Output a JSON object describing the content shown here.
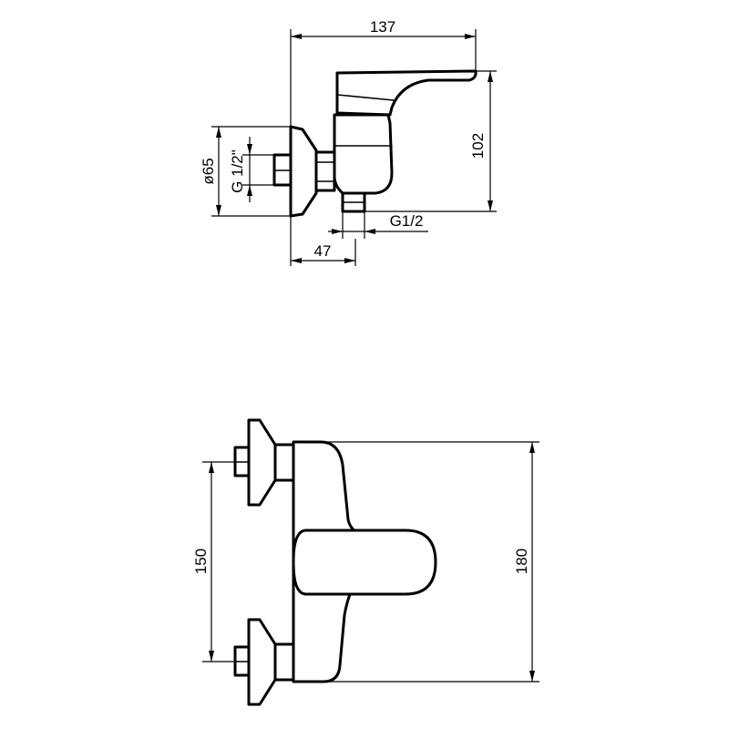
{
  "side_view": {
    "width_137": "137",
    "height_102": "102",
    "flange_diameter": "ø65",
    "inlet_thread": "G 1/2\"",
    "outlet_thread": "G1/2",
    "depth_47": "47"
  },
  "front_view": {
    "inlet_spacing": "150",
    "overall_height": "180"
  },
  "colors": {
    "line": "#000000",
    "background": "#ffffff"
  }
}
